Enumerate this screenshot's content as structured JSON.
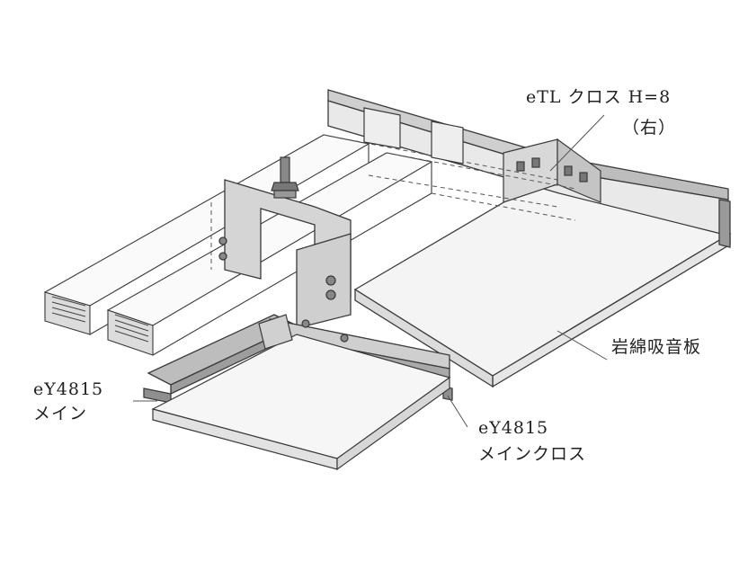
{
  "labels": {
    "etl_cross_line1": "eTL クロス H=8",
    "etl_cross_line2": "（右）",
    "rock_wool_board": "岩綿吸音板",
    "main_line1": "eY4815",
    "main_line2": "メイン",
    "main_cross_line1": "eY4815",
    "main_cross_line2": "メインクロス"
  },
  "colors": {
    "outline": "#3a3a3a",
    "metal": "#cfcfcf",
    "metal_dark": "#8f8f8f",
    "panel": "#f3f3f3",
    "leader": "#555555"
  }
}
